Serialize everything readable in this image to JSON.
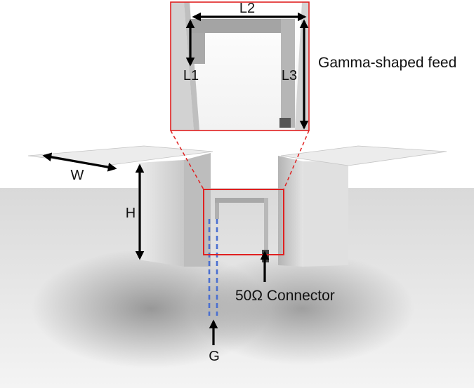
{
  "labels": {
    "l1": "L1",
    "l2": "L2",
    "l3": "L3",
    "w": "W",
    "h": "H",
    "g": "G",
    "feed": "Gamma-shaped feed",
    "connector": "50Ω Connector"
  },
  "colors": {
    "highlight": "#e02020",
    "gap_dashes": "#4a6fd0",
    "arrows": "#000000",
    "plate": "#eeeeee",
    "block_face": "#d6d6d6",
    "ground": "#d4d4d4"
  }
}
